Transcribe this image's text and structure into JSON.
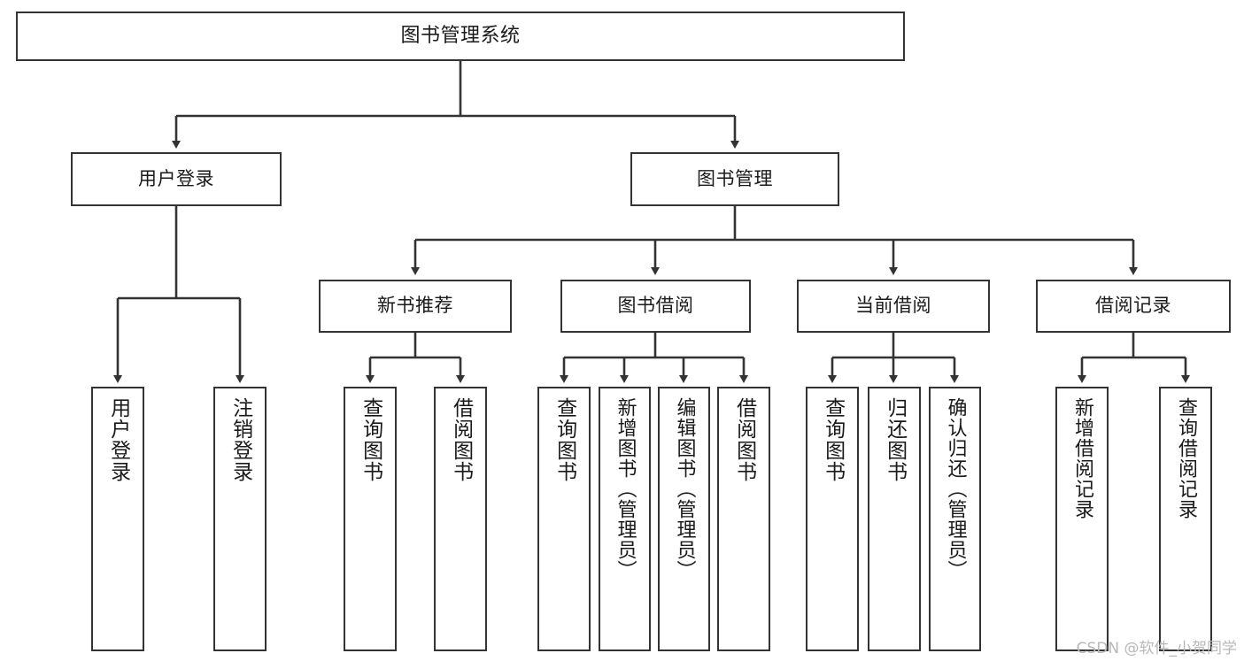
{
  "diagram": {
    "type": "tree-hierarchy-chart",
    "title": "图书管理系统",
    "watermark": "CSDN @软件_小贺同学",
    "colors": {
      "background": "#ffffff",
      "box_border": "#333333",
      "box_fill": "#ffffff",
      "connector": "#333333",
      "text": "#1a1a1a",
      "watermark": "#b8b8b8"
    },
    "root": {
      "label": "图书管理系统"
    },
    "level2": [
      {
        "label": "用户登录"
      },
      {
        "label": "图书管理"
      }
    ],
    "level3": [
      {
        "label": "新书推荐"
      },
      {
        "label": "图书借阅"
      },
      {
        "label": "当前借阅"
      },
      {
        "label": "借阅记录"
      }
    ],
    "leaves": {
      "user_login": [
        {
          "label": "用户登录"
        },
        {
          "label": "注销登录"
        }
      ],
      "new_book_recommend": [
        {
          "label": "查询图书"
        },
        {
          "label": "借阅图书"
        }
      ],
      "book_borrow": [
        {
          "label": "查询图书"
        },
        {
          "label": "新增图书（管理员）"
        },
        {
          "label": "编辑图书（管理员）"
        },
        {
          "label": "借阅图书"
        }
      ],
      "current_borrow": [
        {
          "label": "查询图书"
        },
        {
          "label": "归还图书"
        },
        {
          "label": "确认归还（管理员）"
        }
      ],
      "borrow_record": [
        {
          "label": "新增借阅记录"
        },
        {
          "label": "查询借阅记录"
        }
      ]
    }
  }
}
